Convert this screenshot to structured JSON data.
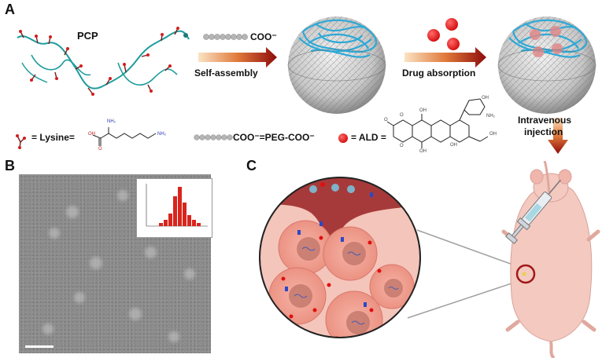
{
  "panels": {
    "a": "A",
    "b": "B",
    "c": "C"
  },
  "panel_a": {
    "pcp_label": "PCP",
    "coo_label": "COO⁻",
    "self_assembly_label": "Self-assembly",
    "drug_absorption_label": "Drug absorption",
    "intravenous_label_line1": "Intravenous",
    "intravenous_label_line2": "injection"
  },
  "legend": {
    "lysine_text": "= Lysine=",
    "peg_text": "COO⁻=PEG-COO⁻",
    "ald_text": "= ALD ="
  },
  "lysine_structure": {
    "nh2_top": "NH₂",
    "nh2_end": "NH₂",
    "oh": "OH",
    "o": "O"
  },
  "ald_structure": {
    "och3": "O",
    "oh1": "OH",
    "oh2": "OH",
    "oh3": "OH",
    "oh4": "OH",
    "o1": "O",
    "o2": "O",
    "nh2": "NH₂",
    "oh_side": "OH"
  },
  "colors": {
    "arrow_light": "#f6c99a",
    "arrow_dark": "#8e0b0b",
    "drug_red": "#e31a1c",
    "polymer_blue": "#2ea9d6",
    "shell_grey": "#b9b9b9",
    "vessel": "#a53a3a",
    "tissue": "#f2a79a",
    "mouse": "#f3c9c0"
  }
}
